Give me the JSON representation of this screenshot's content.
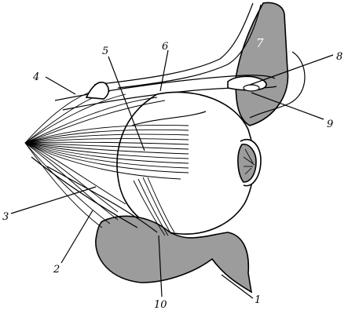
{
  "labels": {
    "n1": "1",
    "n2": "2",
    "n3": "3",
    "n4": "4",
    "n5": "5",
    "n6": "6",
    "n7": "7",
    "n8": "8",
    "n9": "9",
    "n10": "10"
  },
  "colors": {
    "fat": "#9c9c9c",
    "background": "#ffffff",
    "line": "#000000"
  }
}
